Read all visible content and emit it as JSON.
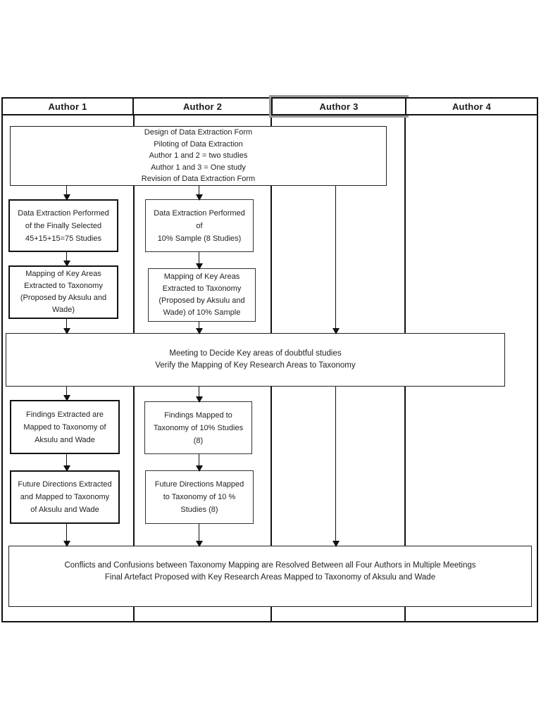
{
  "diagram": {
    "title_implicit": "Data extraction and taxonomy mapping process flowchart",
    "lanes": [
      {
        "label": "Author 1"
      },
      {
        "label": "Author 2"
      },
      {
        "label": "Author 3"
      },
      {
        "label": "Author 4"
      }
    ],
    "nodes": {
      "design_piloting": {
        "lines": [
          "Design of Data Extraction Form",
          "Piloting of Data Extraction",
          "Author 1 and 2 = two studies",
          "Author 1 and 3 = One study",
          "Revision of Data Extraction Form"
        ]
      },
      "a1_extraction": {
        "lines": [
          "Data Extraction Performed",
          "of  the Finally Selected",
          "45+15+15=75 Studies"
        ]
      },
      "a2_extraction": {
        "lines": [
          "Data Extraction Performed",
          "of",
          "10% Sample (8 Studies)"
        ]
      },
      "a1_mapping": {
        "lines": [
          "Mapping of Key Areas",
          "Extracted to Taxonomy",
          "(Proposed by Aksulu and",
          "Wade)"
        ]
      },
      "a2_mapping": {
        "lines": [
          "Mapping of Key Areas",
          "Extracted to Taxonomy",
          "(Proposed by Aksulu and",
          "Wade) of 10% Sample"
        ]
      },
      "meeting": {
        "lines": [
          "Meeting to Decide Key areas of doubtful studies",
          "Verify the Mapping of Key Research Areas to Taxonomy"
        ]
      },
      "a1_findings": {
        "lines": [
          "Findings Extracted are",
          "Mapped to Taxonomy of",
          "Aksulu and Wade"
        ]
      },
      "a2_findings": {
        "lines": [
          "Findings Mapped to",
          "Taxonomy of 10% Studies",
          "(8)"
        ]
      },
      "a1_future": {
        "lines": [
          "Future Directions Extracted",
          "and Mapped to Taxonomy",
          "of Aksulu and Wade"
        ]
      },
      "a2_future": {
        "lines": [
          "Future Directions Mapped",
          "to Taxonomy of 10 %",
          "Studies  (8)"
        ]
      },
      "final_resolution": {
        "lines": [
          "Conflicts and Confusions between Taxonomy Mapping are Resolved Between all Four Authors in Multiple Meetings",
          "Final Artefact Proposed with Key Research Areas Mapped to Taxonomy of Aksulu and Wade"
        ]
      }
    },
    "colors": {
      "line": "#111111",
      "text": "#222222",
      "background": "#ffffff",
      "lane3_header_highlight": "#9a9a9a"
    }
  }
}
